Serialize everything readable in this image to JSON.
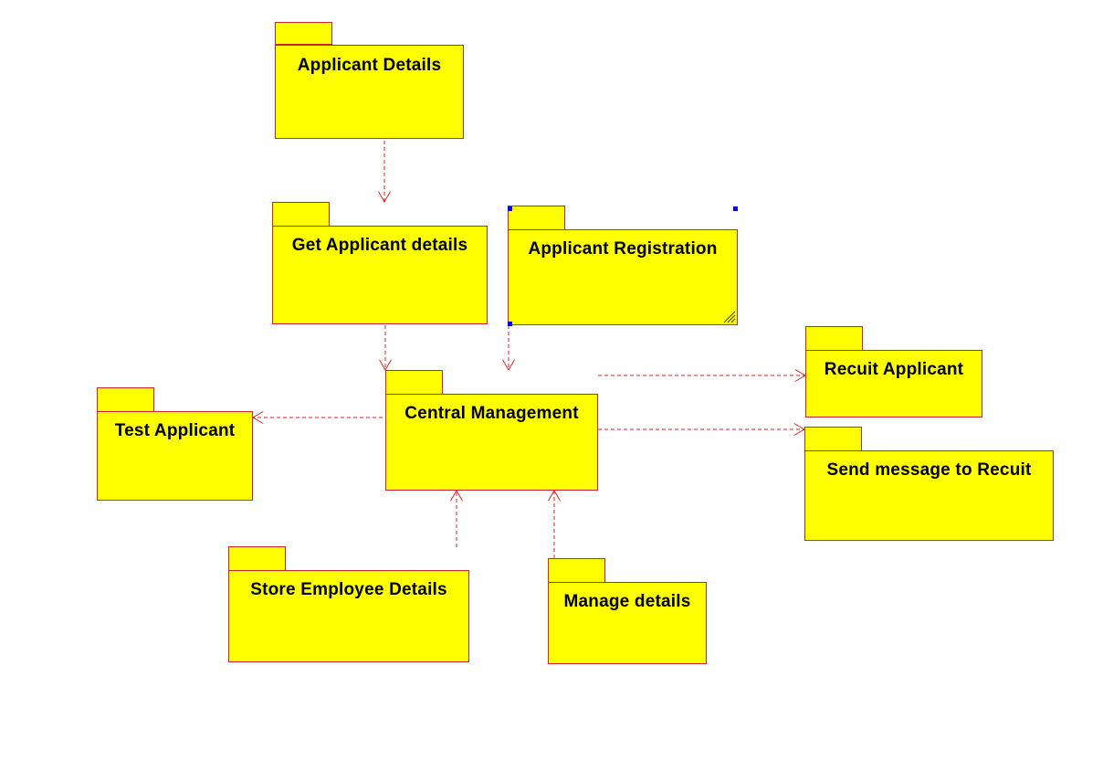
{
  "diagram": {
    "packages": [
      {
        "id": "applicant-details",
        "label": "Applicant Details"
      },
      {
        "id": "get-applicant-details",
        "label": "Get Applicant details"
      },
      {
        "id": "applicant-registration",
        "label": "Applicant Registration"
      },
      {
        "id": "central-management",
        "label": "Central Management"
      },
      {
        "id": "test-applicant",
        "label": "Test Applicant"
      },
      {
        "id": "recuit-applicant",
        "label": "Recuit Applicant"
      },
      {
        "id": "send-message",
        "label": "Send message to Recuit"
      },
      {
        "id": "store-employee-details",
        "label": "Store Employee Details"
      },
      {
        "id": "manage-details",
        "label": "Manage details"
      }
    ],
    "dependencies": [
      {
        "from": "applicant-details",
        "to": "get-applicant-details"
      },
      {
        "from": "get-applicant-details",
        "to": "central-management"
      },
      {
        "from": "applicant-registration",
        "to": "central-management"
      },
      {
        "from": "central-management",
        "to": "test-applicant"
      },
      {
        "from": "central-management",
        "to": "recuit-applicant"
      },
      {
        "from": "central-management",
        "to": "send-message"
      },
      {
        "from": "store-employee-details",
        "to": "central-management"
      },
      {
        "from": "manage-details",
        "to": "central-management"
      }
    ],
    "colors": {
      "fill": "#ffff00",
      "border": "#cc2233",
      "edge": "#dd2222",
      "selection": "#0000ee"
    }
  }
}
